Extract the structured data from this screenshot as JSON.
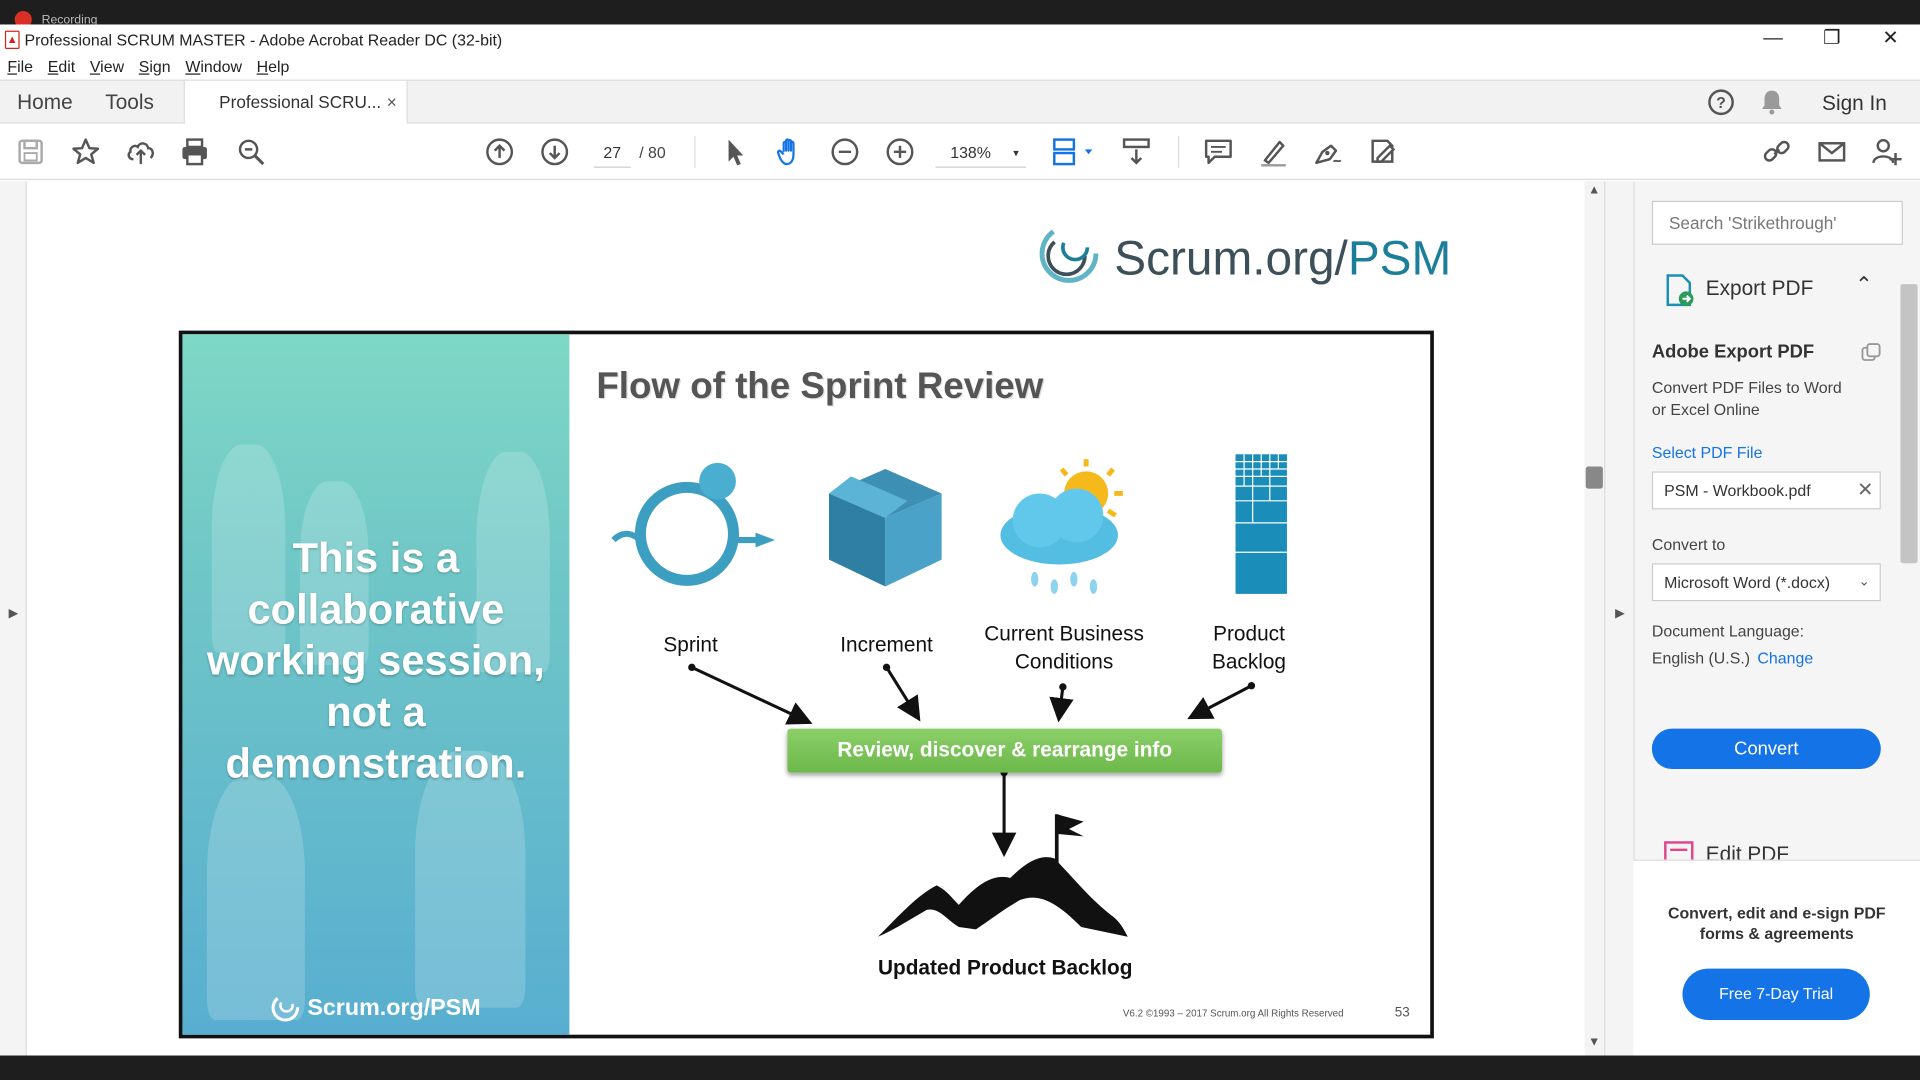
{
  "recording": {
    "label": "Recording"
  },
  "window": {
    "title": "Professional  SCRUM MASTER - Adobe Acrobat Reader DC (32-bit)",
    "controls": {
      "minimize": "—",
      "restore": "❐",
      "close": "✕"
    }
  },
  "menu": [
    "File",
    "Edit",
    "View",
    "Sign",
    "Window",
    "Help"
  ],
  "tabs": {
    "home": "Home",
    "tools": "Tools",
    "document": "Professional  SCRU...",
    "close_glyph": "×"
  },
  "header_right": {
    "sign_in": "Sign In",
    "help_glyph": "?"
  },
  "toolbar": {
    "page_current": "27",
    "page_total": "/  80",
    "zoom": "138%",
    "zoom_chevron": "▾"
  },
  "document": {
    "brand_top": {
      "part1": "Scrum.org/",
      "part2": "PSM"
    },
    "slide": {
      "title": "Flow of the Sprint Review",
      "left_quote": "This is a collaborative working session, not a demonstration.",
      "left_brand": "Scrum.org/PSM",
      "labels": {
        "sprint": "Sprint",
        "increment": "Increment",
        "business": "Current Business Conditions",
        "backlog": "Product Backlog"
      },
      "review_box": "Review, discover & rearrange info",
      "updated": "Updated Product Backlog",
      "footer_note": "V6.2 ©1993 – 2017 Scrum.org All Rights Reserved",
      "page_number": "53"
    }
  },
  "side_panel": {
    "search_placeholder": "Search 'Strikethrough'",
    "export_header": "Export PDF",
    "export_title": "Adobe Export PDF",
    "export_desc": "Convert PDF Files to Word or Excel Online",
    "select_file": "Select PDF File",
    "file_name": "PSM - Workbook.pdf",
    "convert_to_label": "Convert to",
    "convert_to_value": "Microsoft Word (*.docx)",
    "language_label": "Document Language:",
    "language_value": "English (U.S.)",
    "language_change": "Change",
    "convert_button": "Convert",
    "edit_pdf": "Edit PDF",
    "promo_text": "Convert, edit and e-sign PDF forms & agreements",
    "promo_button": "Free 7-Day Trial"
  },
  "colors": {
    "accent": "#1473e6",
    "teal": "#1b7f9a",
    "green": "#6cb84a"
  }
}
